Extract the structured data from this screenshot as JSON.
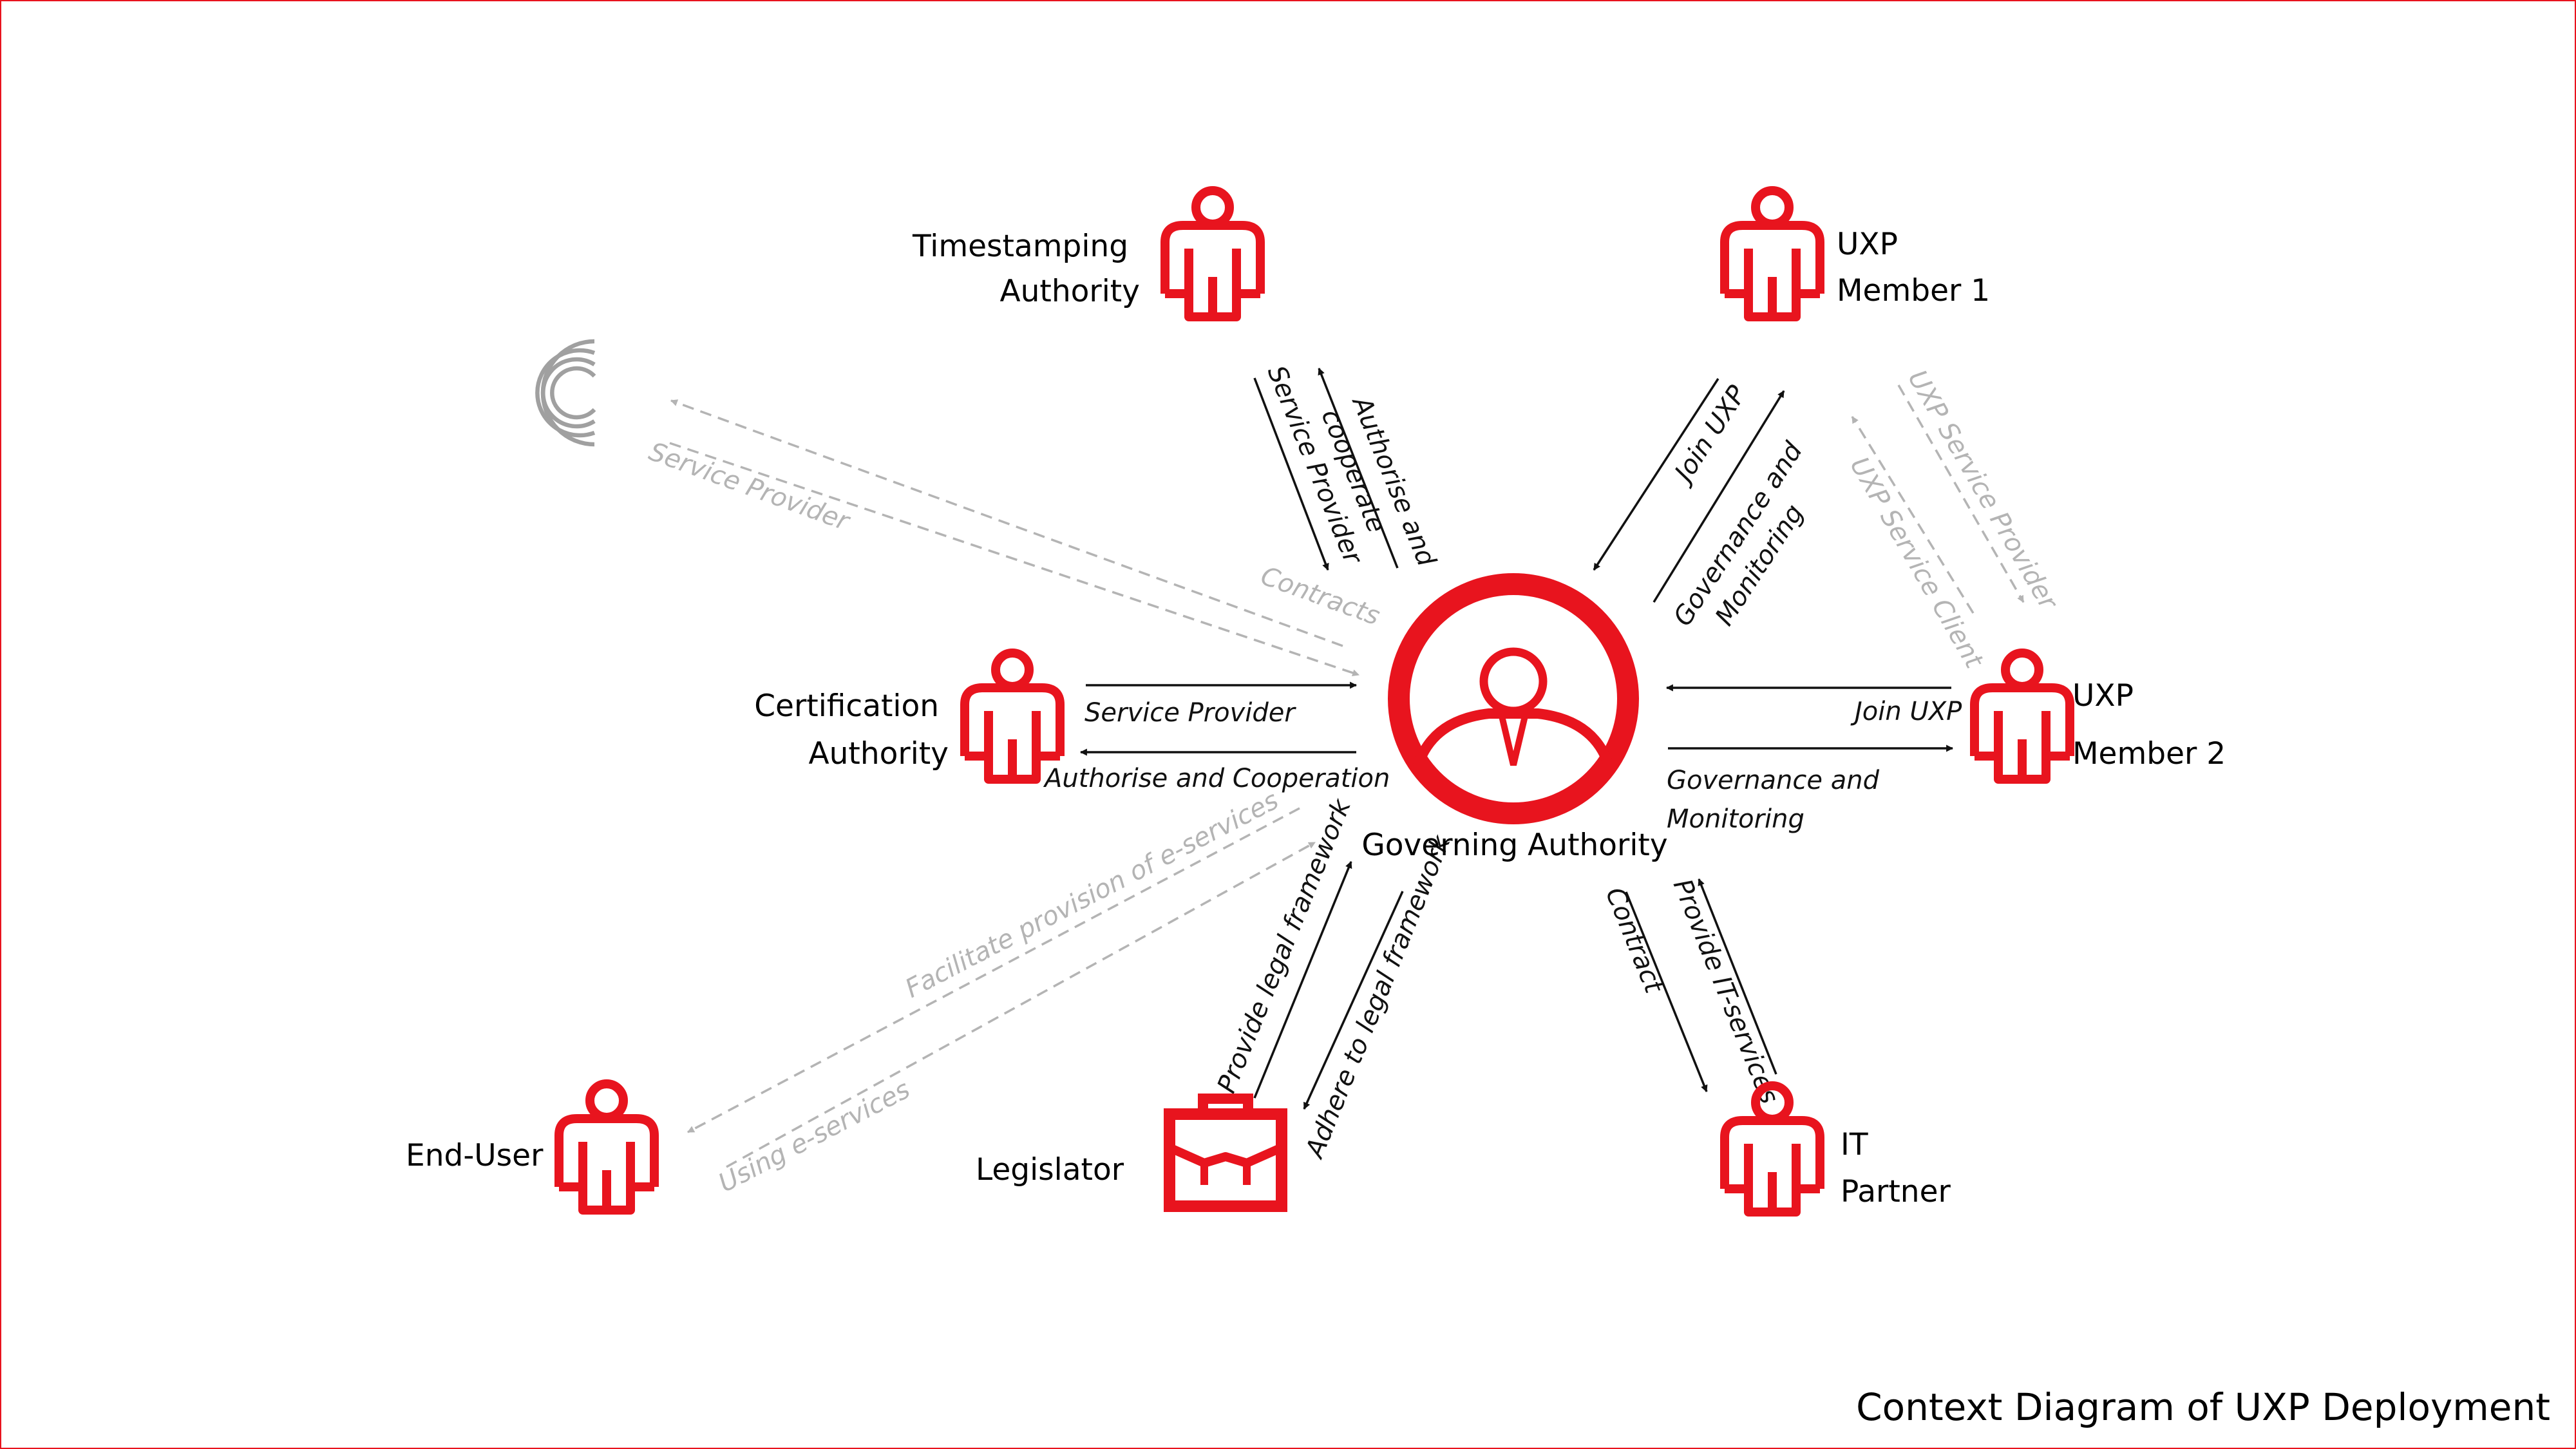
{
  "actors": {
    "timestamping": [
      "Timestamping",
      "Authority"
    ],
    "uxp_member_1": [
      "UXP",
      "Member 1"
    ],
    "certification": [
      "Certification",
      "Authority"
    ],
    "governing": "Governing Authority",
    "uxp_member_2": [
      "UXP",
      "Member 2"
    ],
    "end_user": "End-User",
    "legislator": "Legislator",
    "it_partner": [
      "IT",
      "Partner"
    ]
  },
  "flows": {
    "ts_service_provider": "Service Provider",
    "ts_authorise": [
      "Authorise and",
      "cooperate"
    ],
    "m1_join": "Join UXP",
    "m1_governance": [
      "Governance and",
      "Monitoring"
    ],
    "m1_service_provider": "UXP Service Provider",
    "m1_service_client": "UXP Service Client",
    "c_service_provider": "Service Provider",
    "c_contracts": "Contracts",
    "ca_service_provider": "Service Provider",
    "ca_authorise": "Authorise and Cooperation",
    "m2_join": "Join UXP",
    "m2_governance": [
      "Governance and",
      "Monitoring"
    ],
    "eu_facilitate": "Facilitate provision of e-services",
    "eu_using": "Using e-services",
    "leg_provide": "Provide legal framework",
    "leg_adhere": "Adhere to legal framework",
    "it_contract": "Contract",
    "it_provide": "Provide IT-services"
  },
  "caption": "Context Diagram of UXP Deployment",
  "colors": {
    "accent": "#e8141e",
    "muted": "#b4b4b4",
    "text": "#000000"
  },
  "icons": {
    "person": "person-icon",
    "briefcase": "briefcase-icon",
    "logo": "concentric-c-logo",
    "governing": "governing-authority-icon"
  }
}
